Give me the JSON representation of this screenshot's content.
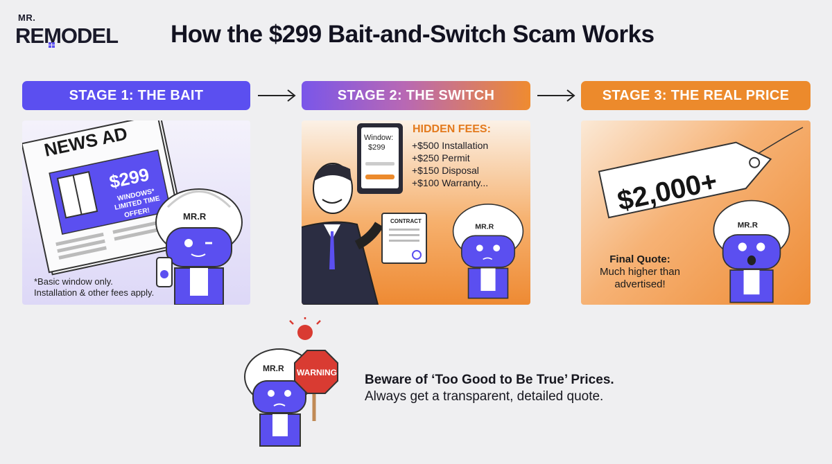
{
  "brand": {
    "logo_small": "MR.",
    "logo_big": "REMODEL"
  },
  "title": "How the $299 Bait-and-Switch Scam Works",
  "stages": [
    {
      "label": "STAGE 1: THE BAIT"
    },
    {
      "label": "STAGE 2: THE SWITCH"
    },
    {
      "label": "STAGE 3: THE REAL PRICE"
    }
  ],
  "stage1": {
    "ad_heading": "NEWS AD",
    "price": "$299",
    "offer_lines": [
      "WINDOWS*",
      "LIMITED TIME",
      "OFFER!"
    ],
    "note_lines": [
      "*Basic window only.",
      "Installation & other fees apply."
    ]
  },
  "stage2": {
    "tablet_lines": [
      "Window:",
      "$299"
    ],
    "contract_label": "CONTRACT",
    "fees_title": "HIDDEN FEES:",
    "fees": [
      "+$500 Installation",
      "+$250 Permit",
      "+$150 Disposal",
      "+$100 Warranty..."
    ]
  },
  "stage3": {
    "tag_price": "$2,000+",
    "final_lines": [
      "Final Quote:",
      "Much higher than",
      "advertised!"
    ]
  },
  "mascot_label": "MR.R",
  "warning_sign": "WARNING",
  "bottom": {
    "line1": "Beware of ‘Too Good to Be True’ Prices.",
    "line2": "Always get a transparent, detailed quote."
  },
  "colors": {
    "purple": "#5b4ff0",
    "orange": "#ec8a2c",
    "warning_red": "#d93b32",
    "background": "#efeff1"
  }
}
